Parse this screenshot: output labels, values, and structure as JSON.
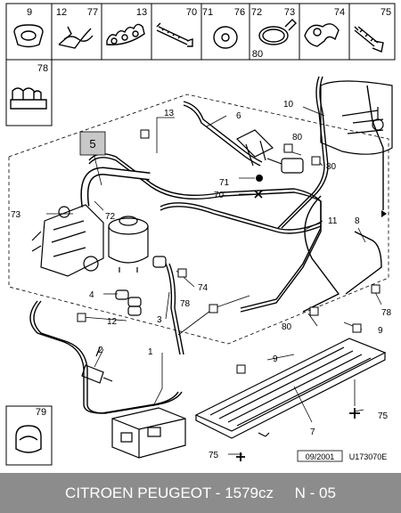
{
  "legend_numbers": [
    "9",
    "12",
    "77",
    "13",
    "70",
    "71",
    "76",
    "72",
    "73",
    "80",
    "74",
    "75",
    "78",
    "79"
  ],
  "callouts": {
    "c5": "5",
    "c6": "6",
    "c10": "10",
    "c13": "13",
    "c80a": "80",
    "c80b": "80",
    "c71": "71",
    "c70": "70",
    "c73": "73",
    "c72": "72",
    "c11": "11",
    "c8": "8",
    "c74": "74",
    "c4": "4",
    "c12": "12",
    "c3": "3",
    "c78a": "78",
    "c78b": "78",
    "c80c": "80",
    "c9a": "9",
    "c2": "2",
    "c1": "1",
    "c9b": "9",
    "c75a": "75",
    "c7": "7",
    "c75b": "75"
  },
  "date_code": "09/2001",
  "ref_code": "U173070E",
  "footer": {
    "brand": "CITROEN PEUGEOT - 1579cz",
    "page": "N - 05"
  }
}
